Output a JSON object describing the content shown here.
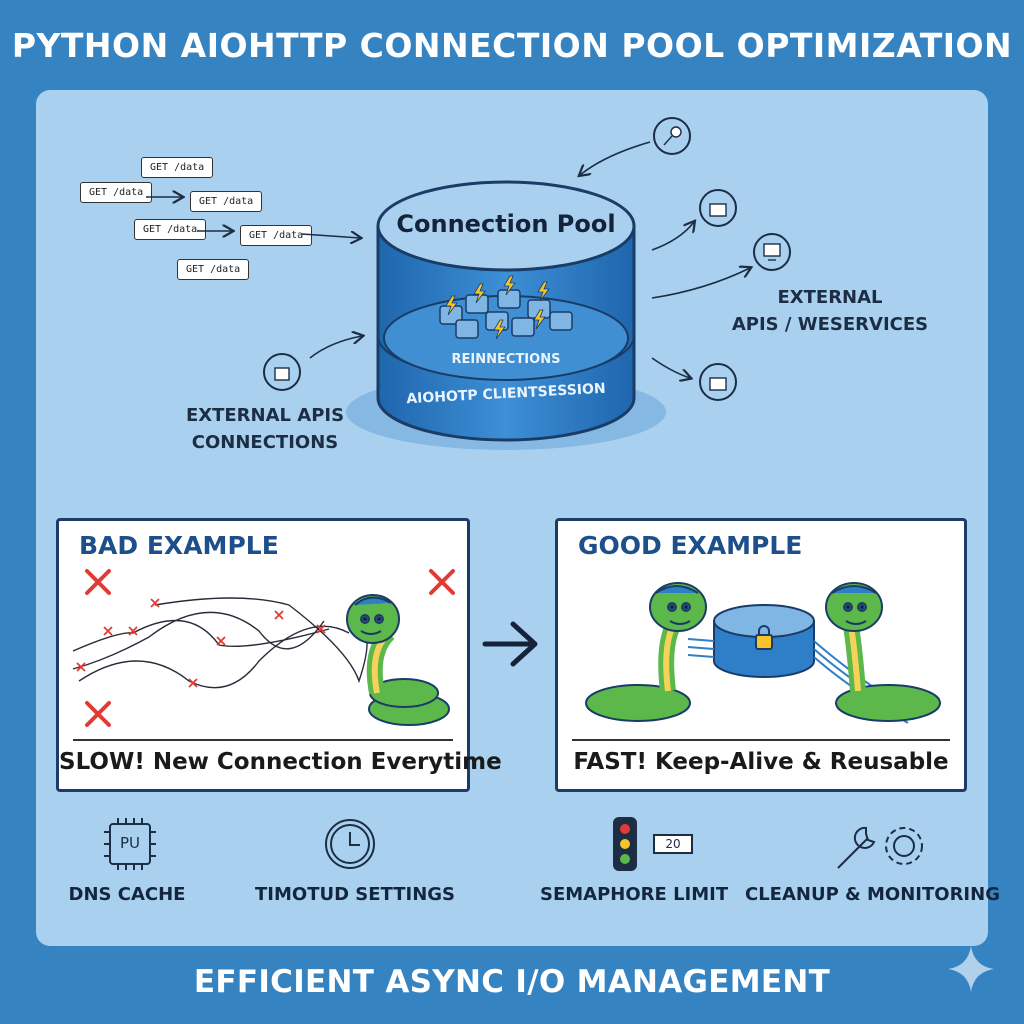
{
  "header": {
    "title": "PYTHON AIOHTTP CONNECTION POOL OPTIMIZATION"
  },
  "requests": [
    "GET /data",
    "GET /data",
    "GET /data",
    "GET /data",
    "GET /data",
    "GET /data"
  ],
  "pool": {
    "title": "Connection Pool",
    "inner_label": "REINNECTIONS",
    "session_label": "AIOHOTP CLIENTSESSION"
  },
  "labels": {
    "left": [
      "EXTERNAL APIS",
      "CONNECTIONS"
    ],
    "right": [
      "EXTERNAL",
      "APIS / WESERVICES"
    ]
  },
  "bad_example": {
    "title": "BAD EXAMPLE",
    "caption": "SLOW! New Connection Everytime"
  },
  "good_example": {
    "title": "GOOD EXAMPLE",
    "caption": "FAST! Keep-Alive & Reusable"
  },
  "tools": [
    {
      "icon": "cpu-icon",
      "icon_text": "PU",
      "label": "DNS CACHE"
    },
    {
      "icon": "clock-icon",
      "label": "TIMOTUD SETTINGS"
    },
    {
      "icon": "traffic-light-icon",
      "counter": "20",
      "label": "SEMAPHORE LIMIT"
    },
    {
      "icon": "wrench-gear-icon",
      "label": "CLEANUP & MONITORING"
    }
  ],
  "footer": {
    "text": "EFFICIENT ASYNC I/O MANAGEMENT"
  },
  "colors": {
    "background": "#3683c2",
    "panel": "#a9d1ef",
    "pool_blue": "#2f7fc8",
    "snake_green": "#5cb84a",
    "bad_red": "#e23b35",
    "card_border": "#1a3c66"
  }
}
